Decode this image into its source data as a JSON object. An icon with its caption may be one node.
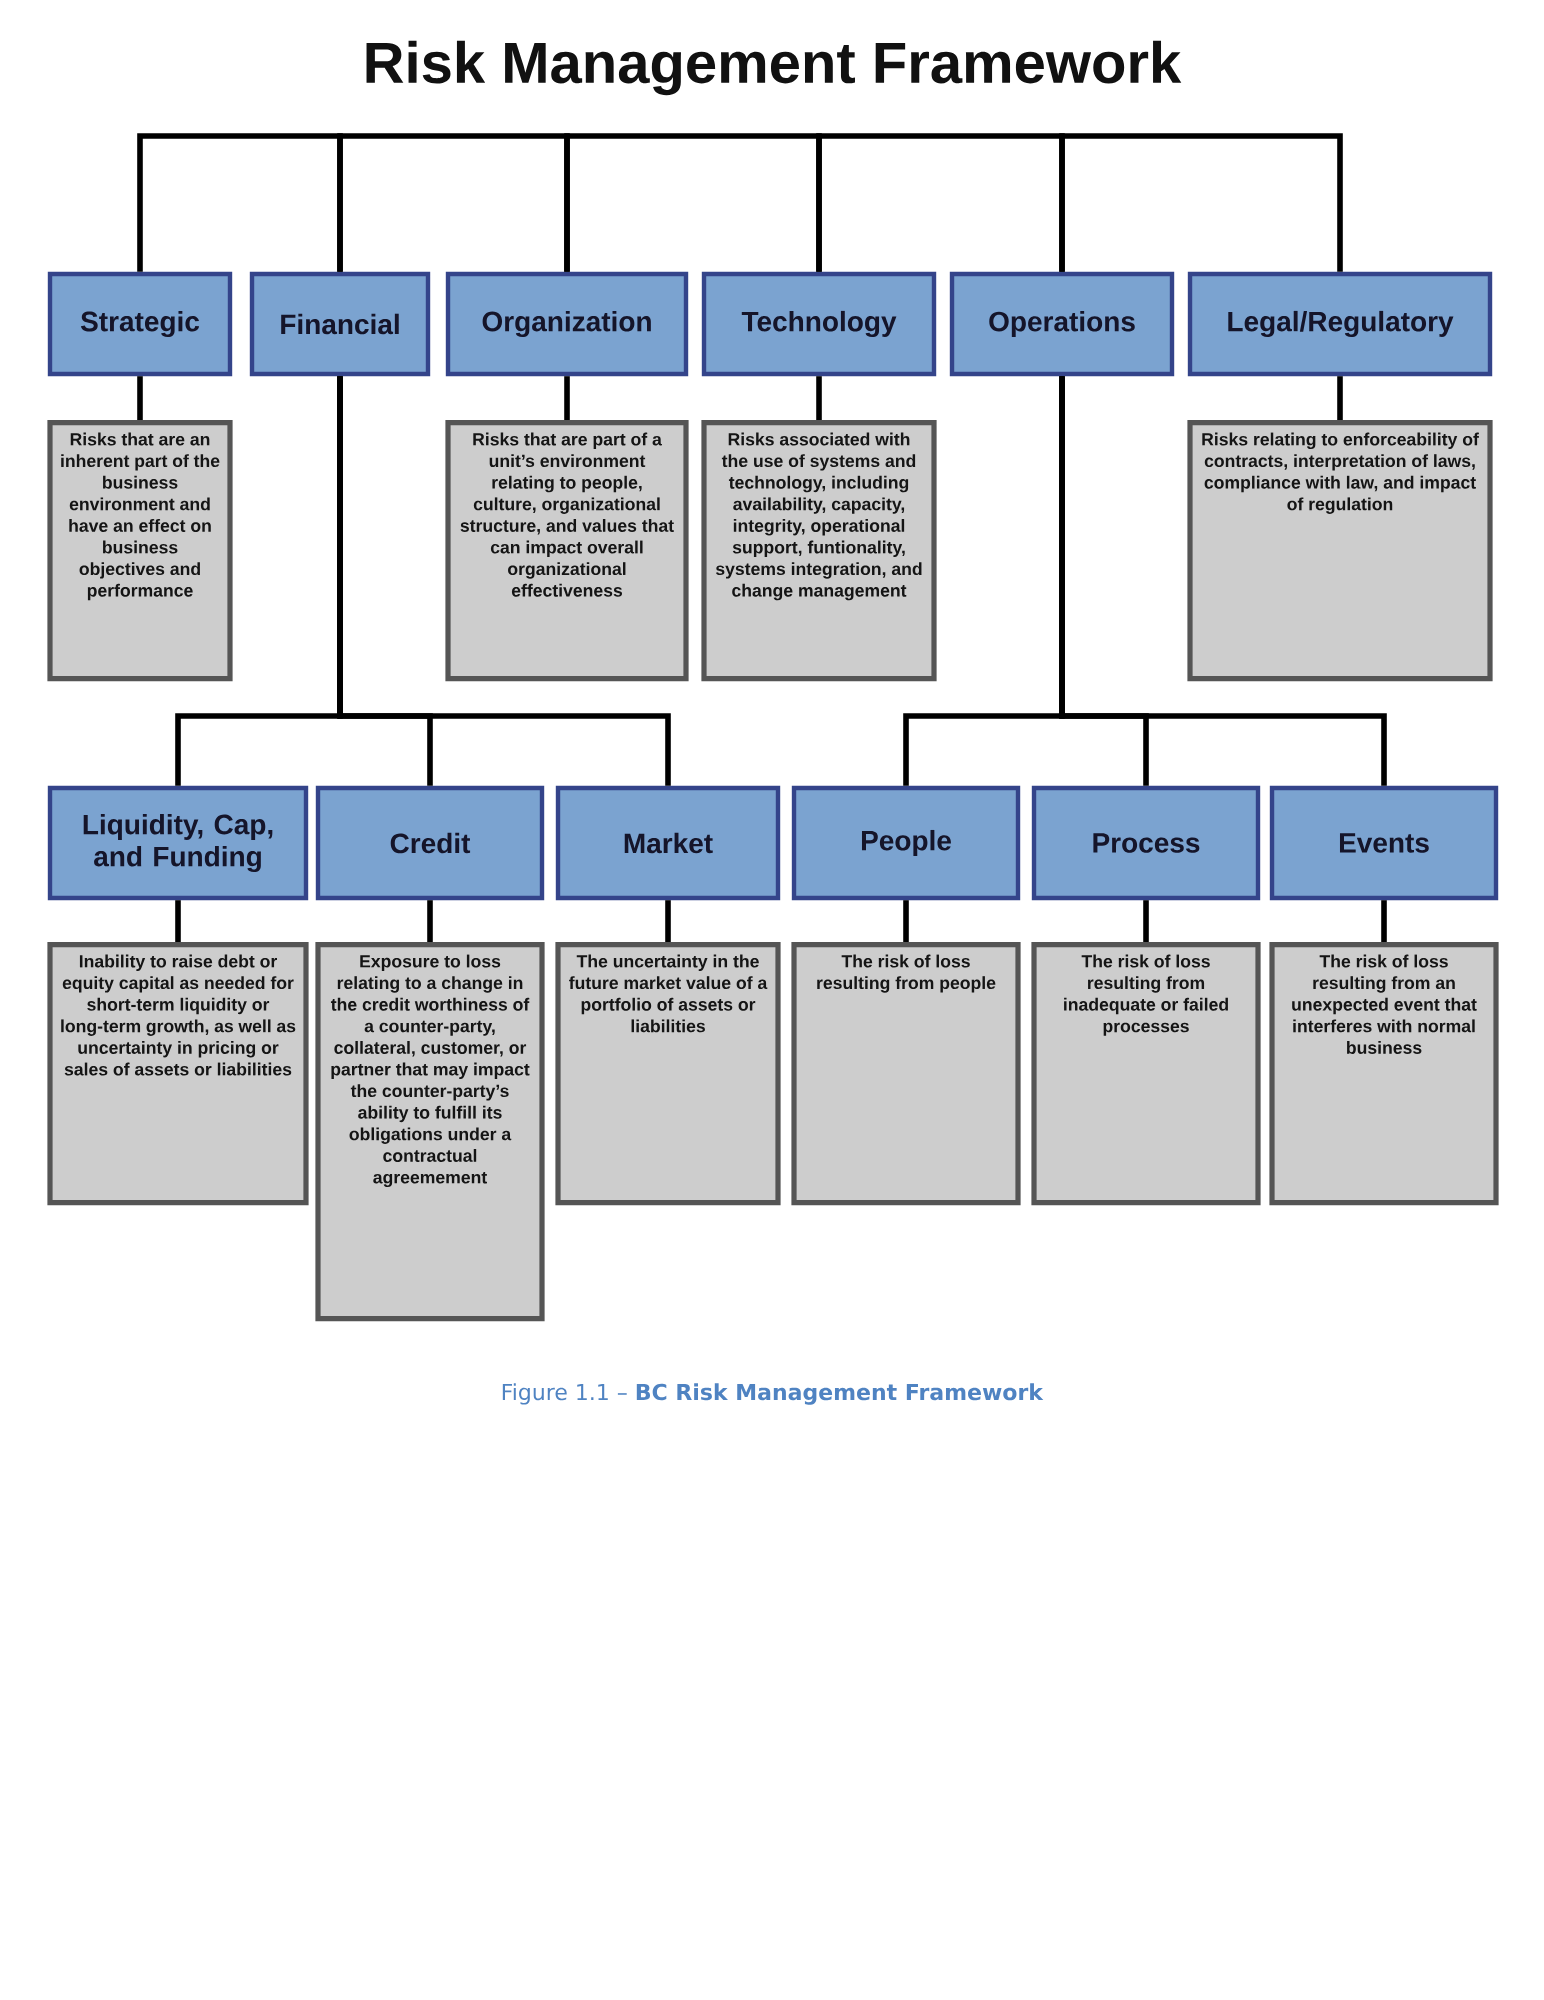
{
  "diagram": {
    "title": "Risk Management Framework",
    "caption": "Figure 1.1 – **BC Risk Management Framework**",
    "nodes": [
      {
        "text": [
          "Strategic"
        ]
      },
      {
        "text": [
          "Financial"
        ]
      },
      {
        "text": [
          "Organization"
        ]
      },
      {
        "text": [
          "Technology"
        ]
      },
      {
        "text": [
          "Operations"
        ]
      },
      {
        "text": [
          "Legal/Regulatory"
        ]
      },
      {
        "text": [
          "Risks that are an inherent part of the business environment and have an effect on business objectives and performance"
        ]
      },
      {
        "text": [
          "Risks that are part of a unit’s environment relating to people, culture, organizational structure, and values that can impact overall organizational effectiveness"
        ]
      },
      {
        "text": [
          "Risks associated with the use of systems and technology, including availability, capacity, integrity, operational support, funtionality, systems integration, and change management"
        ]
      },
      {
        "text": [
          "Risks relating to enforceability of contracts, interpretation of laws, compliance with law, and impact of regulation"
        ]
      },
      {
        "text": [
          "Liquidity, Cap, and Funding"
        ]
      },
      {
        "text": [
          "Credit"
        ]
      },
      {
        "text": [
          "Market"
        ]
      },
      {
        "text": [
          "People"
        ]
      },
      {
        "text": [
          "Process"
        ]
      },
      {
        "text": [
          "Events"
        ]
      },
      {
        "text": [
          "Inability to raise debt or equity capital as needed for short-term liquidity or long-term growth, as well as uncertainty in pricing or sales of assets or liabilities"
        ]
      },
      {
        "text": [
          "Exposure to loss relating to a change in the credit worthiness of a counter-party, collateral, customer, or partner that may impact the counter-party’s ability to fulfill its obligations under a contractual agreemement"
        ]
      },
      {
        "text": [
          "The uncertainty in the future market value of a portfolio of assets or liabilities"
        ]
      },
      {
        "text": [
          "The risk of loss resulting from people"
        ]
      },
      {
        "text": [
          "The risk of loss resulting from inadequate or failed processes"
        ]
      },
      {
        "text": [
          "The risk of loss resulting from an unexpected event that interferes with normal business"
        ]
      }
    ],
    "edges": [
      {
        "from": 0,
        "to": 1,
        "arrow": "none"
      },
      {
        "from": 1,
        "to": 2,
        "arrow": "none"
      },
      {
        "from": 2,
        "to": 3,
        "arrow": "none"
      },
      {
        "from": 3,
        "to": 4,
        "arrow": "none"
      },
      {
        "from": 4,
        "to": 5,
        "arrow": "none"
      },
      {
        "from": 0,
        "to": 6,
        "arrow": "none"
      },
      {
        "from": 2,
        "to": 7,
        "arrow": "none"
      },
      {
        "from": 3,
        "to": 8,
        "arrow": "none"
      },
      {
        "from": 5,
        "to": 9,
        "arrow": "none"
      },
      {
        "from": 1,
        "to": 10,
        "arrow": "none"
      },
      {
        "from": 1,
        "to": 11,
        "arrow": "none"
      },
      {
        "from": 1,
        "to": 12,
        "arrow": "none"
      },
      {
        "from": 4,
        "to": 13,
        "arrow": "none"
      },
      {
        "from": 4,
        "to": 14,
        "arrow": "none"
      },
      {
        "from": 4,
        "to": 15,
        "arrow": "none"
      },
      {
        "from": 10,
        "to": 16,
        "arrow": "none"
      },
      {
        "from": 11,
        "to": 17,
        "arrow": "none"
      },
      {
        "from": 12,
        "to": 18,
        "arrow": "none"
      },
      {
        "from": 13,
        "to": 19,
        "arrow": "none"
      },
      {
        "from": 14,
        "to": 20,
        "arrow": "none"
      },
      {
        "from": 15,
        "to": 21,
        "arrow": "none"
      }
    ]
  }
}
